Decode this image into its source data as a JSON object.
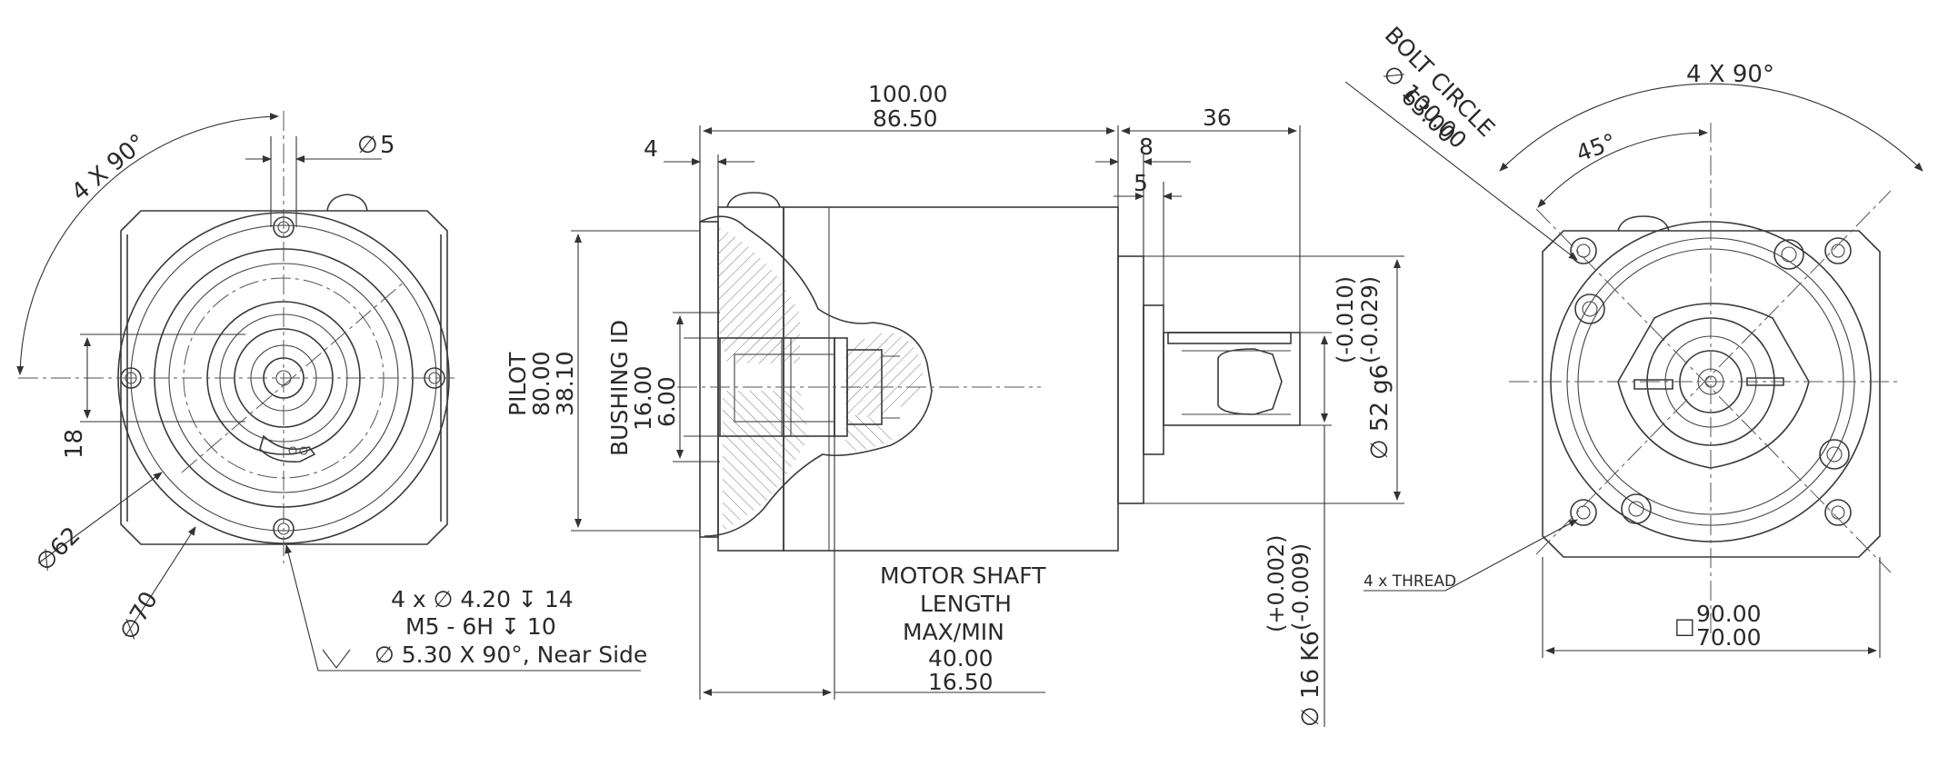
{
  "front_view": {
    "dim_angle": "4 X 90°",
    "dim_hole_dia": "5",
    "dim_offset": "18",
    "dim_pilot_dia": "62",
    "dim_bolt_dia": "70",
    "thread_note": [
      "4 x ∅ 4.20 ↧ 14",
      "M5 - 6H ↧ 10",
      "∅ 5.30 X 90°, Near Side"
    ]
  },
  "side_view": {
    "dim_length_1": "100.00",
    "dim_length_2": "86.50",
    "dim_flange": "4",
    "dim_shaft_len": "36",
    "dim_step_1": "8",
    "dim_step_2": "5",
    "pilot_label": [
      "PILOT",
      "80.00",
      "38.10"
    ],
    "bushing_label": [
      "BUSHING ID",
      "16.00",
      "6.00"
    ],
    "shaft_dia_label": "∅ 52 g6",
    "shaft_dia_tol": "(-0.010)",
    "shaft_dia_tol2": "(-0.029)",
    "output_dia_label": "∅ 16 K6",
    "output_tol1": "(+0.002)",
    "output_tol2": "(-0.009)",
    "motor_shaft": [
      "MOTOR SHAFT",
      "LENGTH",
      "MAX/MIN",
      "40.00",
      "16.50"
    ]
  },
  "rear_view": {
    "bolt_circle": [
      "BOLT CIRCLE",
      "∅ 100.00",
      "63.00"
    ],
    "dim_angle_4x": "4 X 90°",
    "dim_angle_45": "45°",
    "thread_label": "4 x THREAD",
    "square_dims": [
      "90.00",
      "70.00"
    ],
    "square_symbol": "□"
  }
}
